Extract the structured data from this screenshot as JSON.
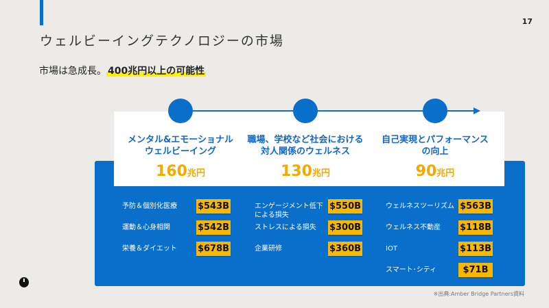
{
  "page_number": "17",
  "title": "ウェルビーイングテクノロジーの市場",
  "subtitle": {
    "plain": "市場は急成長。",
    "highlight": "400兆円以上の可能性"
  },
  "columns": [
    {
      "heading": [
        "メンタル&エモーショナル",
        "ウェルビーイング"
      ],
      "value": "160",
      "unit": "兆円",
      "items": [
        {
          "label": "予防＆個別化医療",
          "amount": "$543B"
        },
        {
          "label": "運動＆心身相関",
          "amount": "$542B"
        },
        {
          "label": "栄養＆ダイエット",
          "amount": "$678B"
        }
      ]
    },
    {
      "heading": [
        "職場、学校など社会における",
        "対人関係のウェルネス"
      ],
      "value": "130",
      "unit": "兆円",
      "items": [
        {
          "label": "エンゲージメント低下による損失",
          "amount": "$550B"
        },
        {
          "label": "ストレスによる損失",
          "amount": "$300B"
        },
        {
          "label": "企業研修",
          "amount": "$360B"
        }
      ]
    },
    {
      "heading": [
        "自己実現とパフォーマンス",
        "の向上"
      ],
      "value": "90",
      "unit": "兆円",
      "items": [
        {
          "label": "ウェルネスツーリズム",
          "amount": "$563B"
        },
        {
          "label": "ウェルネス不動産",
          "amount": "$118B"
        },
        {
          "label": "IOT",
          "amount": "$113B"
        },
        {
          "label": "スマート･シティ",
          "amount": "$71B"
        }
      ]
    }
  ],
  "source": "※出典:Amber Bridge Partners資料",
  "colors": {
    "blue": "#0a6fcb",
    "gold": "#f6b800",
    "highlight": "#fff200"
  }
}
